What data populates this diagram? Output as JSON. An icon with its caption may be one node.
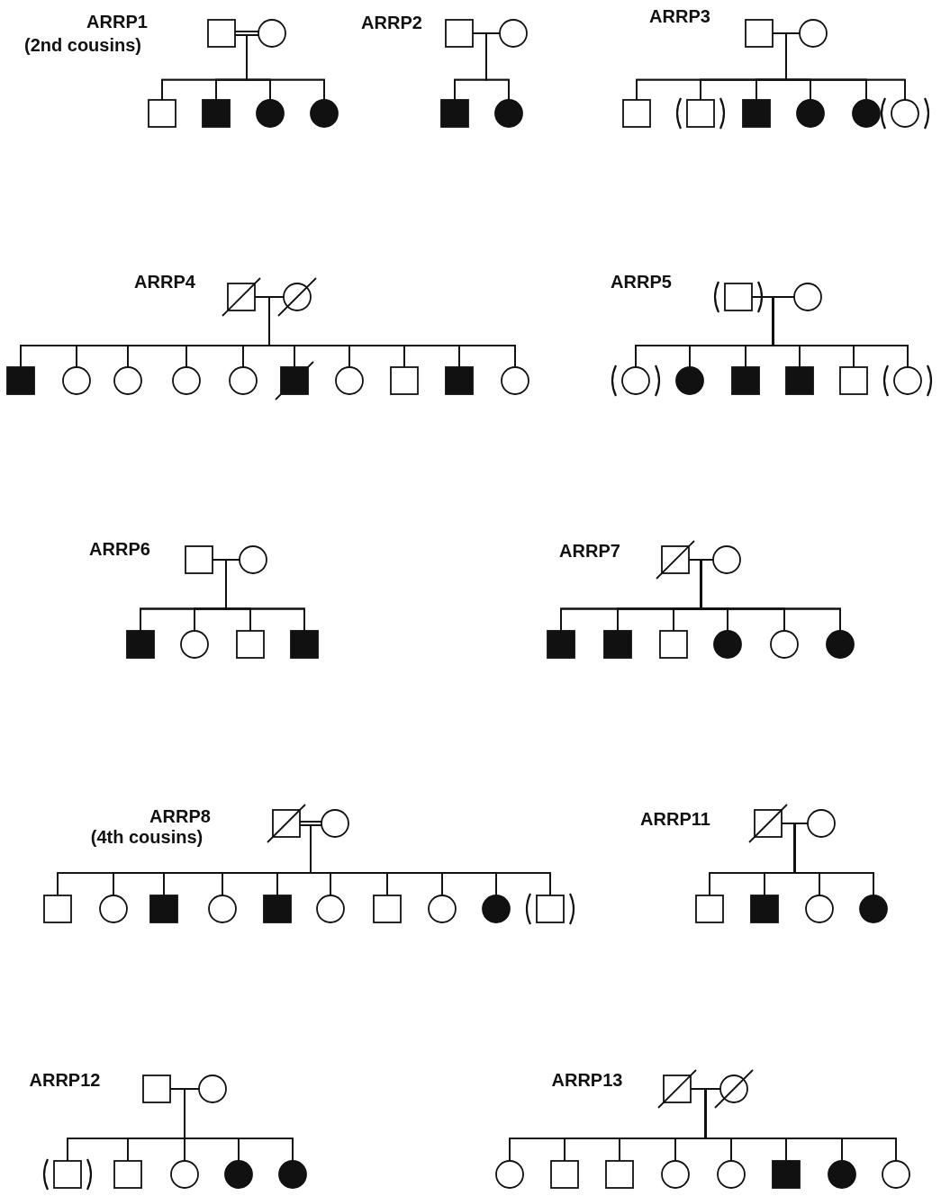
{
  "diagram": {
    "nodes": [
      {
        "text": [],
        "shape": "box"
      },
      {
        "text": [],
        "shape": "circle"
      },
      {
        "text": [],
        "shape": "box"
      },
      {
        "text": [],
        "shape": "filled-box"
      },
      {
        "text": [],
        "shape": "filled-circle"
      },
      {
        "text": [],
        "shape": "filled-circle"
      },
      {
        "text": [],
        "shape": "box"
      },
      {
        "text": [],
        "shape": "circle"
      },
      {
        "text": [],
        "shape": "filled-box"
      },
      {
        "text": [],
        "shape": "filled-circle"
      },
      {
        "text": [],
        "shape": "box"
      },
      {
        "text": [],
        "shape": "circle"
      },
      {
        "text": [],
        "shape": "box"
      },
      {
        "text": [],
        "shape": "bracketed-box"
      },
      {
        "text": [],
        "shape": "filled-box"
      },
      {
        "text": [],
        "shape": "filled-circle"
      },
      {
        "text": [],
        "shape": "filled-circle"
      },
      {
        "text": [],
        "shape": "bracketed-circle"
      },
      {
        "text": [],
        "shape": "crossed-box"
      },
      {
        "text": [],
        "shape": "crossed-circle"
      },
      {
        "text": [],
        "shape": "filled-box"
      },
      {
        "text": [],
        "shape": "circle"
      },
      {
        "text": [],
        "shape": "circle"
      },
      {
        "text": [],
        "shape": "circle"
      },
      {
        "text": [],
        "shape": "circle"
      },
      {
        "text": [],
        "shape": "filled-crossed-box"
      },
      {
        "text": [],
        "shape": "circle"
      },
      {
        "text": [],
        "shape": "box"
      },
      {
        "text": [],
        "shape": "filled-box"
      },
      {
        "text": [],
        "shape": "circle"
      },
      {
        "text": [],
        "shape": "bracketed-box"
      },
      {
        "text": [],
        "shape": "circle"
      },
      {
        "text": [],
        "shape": "bracketed-circle"
      },
      {
        "text": [],
        "shape": "filled-circle"
      },
      {
        "text": [],
        "shape": "filled-box"
      },
      {
        "text": [],
        "shape": "filled-box"
      },
      {
        "text": [],
        "shape": "box"
      },
      {
        "text": [],
        "shape": "bracketed-circle"
      },
      {
        "text": [],
        "shape": "box"
      },
      {
        "text": [],
        "shape": "circle"
      },
      {
        "text": [],
        "shape": "filled-box"
      },
      {
        "text": [],
        "shape": "circle"
      },
      {
        "text": [],
        "shape": "box"
      },
      {
        "text": [],
        "shape": "filled-box"
      },
      {
        "text": [],
        "shape": "crossed-box"
      },
      {
        "text": [],
        "shape": "circle"
      },
      {
        "text": [],
        "shape": "filled-box"
      },
      {
        "text": [],
        "shape": "filled-box"
      },
      {
        "text": [],
        "shape": "box"
      },
      {
        "text": [],
        "shape": "filled-circle"
      },
      {
        "text": [],
        "shape": "circle"
      },
      {
        "text": [],
        "shape": "filled-circle"
      },
      {
        "text": [],
        "shape": "crossed-box"
      },
      {
        "text": [],
        "shape": "circle"
      },
      {
        "text": [],
        "shape": "box"
      },
      {
        "text": [],
        "shape": "circle"
      },
      {
        "text": [],
        "shape": "filled-box"
      },
      {
        "text": [],
        "shape": "circle"
      },
      {
        "text": [],
        "shape": "filled-box"
      },
      {
        "text": [],
        "shape": "circle"
      },
      {
        "text": [],
        "shape": "box"
      },
      {
        "text": [],
        "shape": "circle"
      },
      {
        "text": [],
        "shape": "filled-circle"
      },
      {
        "text": [],
        "shape": "bracketed-box"
      },
      {
        "text": [],
        "shape": "crossed-box"
      },
      {
        "text": [],
        "shape": "circle"
      },
      {
        "text": [],
        "shape": "box"
      },
      {
        "text": [],
        "shape": "filled-box"
      },
      {
        "text": [],
        "shape": "circle"
      },
      {
        "text": [],
        "shape": "filled-circle"
      },
      {
        "text": [],
        "shape": "box"
      },
      {
        "text": [],
        "shape": "circle"
      },
      {
        "text": [],
        "shape": "bracketed-box"
      },
      {
        "text": [],
        "shape": "box"
      },
      {
        "text": [],
        "shape": "circle"
      },
      {
        "text": [],
        "shape": "filled-circle"
      },
      {
        "text": [],
        "shape": "filled-circle"
      },
      {
        "text": [],
        "shape": "crossed-box"
      },
      {
        "text": [],
        "shape": "crossed-circle"
      },
      {
        "text": [],
        "shape": "circle"
      },
      {
        "text": [],
        "shape": "box"
      },
      {
        "text": [],
        "shape": "box"
      },
      {
        "text": [],
        "shape": "circle"
      },
      {
        "text": [],
        "shape": "circle"
      },
      {
        "text": [],
        "shape": "filled-box"
      },
      {
        "text": [],
        "shape": "filled-circle"
      },
      {
        "text": [],
        "shape": "circle"
      }
    ],
    "edges": [
      {
        "from": 0,
        "to": 1,
        "arrow": "none",
        "style": "thick"
      },
      {
        "from": 0,
        "to": 2,
        "arrow": "none"
      },
      {
        "from": 0,
        "to": 3,
        "arrow": "none"
      },
      {
        "from": 0,
        "to": 4,
        "arrow": "none"
      },
      {
        "from": 0,
        "to": 5,
        "arrow": "none"
      },
      {
        "from": 1,
        "to": 2,
        "arrow": "none"
      },
      {
        "from": 1,
        "to": 3,
        "arrow": "none"
      },
      {
        "from": 1,
        "to": 4,
        "arrow": "none"
      },
      {
        "from": 1,
        "to": 5,
        "arrow": "none"
      },
      {
        "from": 6,
        "to": 7,
        "arrow": "none"
      },
      {
        "from": 6,
        "to": 8,
        "arrow": "none"
      },
      {
        "from": 6,
        "to": 9,
        "arrow": "none"
      },
      {
        "from": 7,
        "to": 8,
        "arrow": "none"
      },
      {
        "from": 7,
        "to": 9,
        "arrow": "none"
      },
      {
        "from": 10,
        "to": 11,
        "arrow": "none"
      },
      {
        "from": 10,
        "to": 12,
        "arrow": "none"
      },
      {
        "from": 10,
        "to": 13,
        "arrow": "none"
      },
      {
        "from": 10,
        "to": 14,
        "arrow": "none"
      },
      {
        "from": 10,
        "to": 15,
        "arrow": "none"
      },
      {
        "from": 10,
        "to": 16,
        "arrow": "none"
      },
      {
        "from": 10,
        "to": 17,
        "arrow": "none"
      },
      {
        "from": 11,
        "to": 12,
        "arrow": "none"
      },
      {
        "from": 11,
        "to": 13,
        "arrow": "none"
      },
      {
        "from": 11,
        "to": 14,
        "arrow": "none"
      },
      {
        "from": 11,
        "to": 15,
        "arrow": "none"
      },
      {
        "from": 11,
        "to": 16,
        "arrow": "none"
      },
      {
        "from": 11,
        "to": 17,
        "arrow": "none"
      },
      {
        "from": 18,
        "to": 19,
        "arrow": "none"
      },
      {
        "from": 18,
        "to": 20,
        "arrow": "none"
      },
      {
        "from": 18,
        "to": 21,
        "arrow": "none"
      },
      {
        "from": 18,
        "to": 22,
        "arrow": "none"
      },
      {
        "from": 18,
        "to": 23,
        "arrow": "none"
      },
      {
        "from": 18,
        "to": 24,
        "arrow": "none"
      },
      {
        "from": 18,
        "to": 25,
        "arrow": "none"
      },
      {
        "from": 18,
        "to": 26,
        "arrow": "none"
      },
      {
        "from": 18,
        "to": 27,
        "arrow": "none"
      },
      {
        "from": 18,
        "to": 28,
        "arrow": "none"
      },
      {
        "from": 18,
        "to": 29,
        "arrow": "none"
      },
      {
        "from": 19,
        "to": 20,
        "arrow": "none"
      },
      {
        "from": 19,
        "to": 21,
        "arrow": "none"
      },
      {
        "from": 19,
        "to": 22,
        "arrow": "none"
      },
      {
        "from": 19,
        "to": 23,
        "arrow": "none"
      },
      {
        "from": 19,
        "to": 24,
        "arrow": "none"
      },
      {
        "from": 19,
        "to": 25,
        "arrow": "none"
      },
      {
        "from": 19,
        "to": 26,
        "arrow": "none"
      },
      {
        "from": 19,
        "to": 27,
        "arrow": "none"
      },
      {
        "from": 19,
        "to": 28,
        "arrow": "none"
      },
      {
        "from": 19,
        "to": 29,
        "arrow": "none"
      },
      {
        "from": 30,
        "to": 31,
        "arrow": "none"
      },
      {
        "from": 30,
        "to": 32,
        "arrow": "none"
      },
      {
        "from": 30,
        "to": 33,
        "arrow": "none"
      },
      {
        "from": 30,
        "to": 34,
        "arrow": "none"
      },
      {
        "from": 30,
        "to": 35,
        "arrow": "none"
      },
      {
        "from": 30,
        "to": 36,
        "arrow": "none"
      },
      {
        "from": 30,
        "to": 37,
        "arrow": "none"
      },
      {
        "from": 31,
        "to": 32,
        "arrow": "none"
      },
      {
        "from": 31,
        "to": 33,
        "arrow": "none"
      },
      {
        "from": 31,
        "to": 34,
        "arrow": "none"
      },
      {
        "from": 31,
        "to": 35,
        "arrow": "none"
      },
      {
        "from": 31,
        "to": 36,
        "arrow": "none"
      },
      {
        "from": 31,
        "to": 37,
        "arrow": "none"
      },
      {
        "from": 38,
        "to": 39,
        "arrow": "none"
      },
      {
        "from": 38,
        "to": 40,
        "arrow": "none"
      },
      {
        "from": 38,
        "to": 41,
        "arrow": "none"
      },
      {
        "from": 38,
        "to": 42,
        "arrow": "none"
      },
      {
        "from": 38,
        "to": 43,
        "arrow": "none"
      },
      {
        "from": 39,
        "to": 40,
        "arrow": "none"
      },
      {
        "from": 39,
        "to": 41,
        "arrow": "none"
      },
      {
        "from": 39,
        "to": 42,
        "arrow": "none"
      },
      {
        "from": 39,
        "to": 43,
        "arrow": "none"
      },
      {
        "from": 44,
        "to": 45,
        "arrow": "none"
      },
      {
        "from": 44,
        "to": 46,
        "arrow": "none"
      },
      {
        "from": 44,
        "to": 47,
        "arrow": "none"
      },
      {
        "from": 44,
        "to": 48,
        "arrow": "none"
      },
      {
        "from": 44,
        "to": 49,
        "arrow": "none"
      },
      {
        "from": 44,
        "to": 50,
        "arrow": "none"
      },
      {
        "from": 44,
        "to": 51,
        "arrow": "none"
      },
      {
        "from": 45,
        "to": 46,
        "arrow": "none"
      },
      {
        "from": 45,
        "to": 47,
        "arrow": "none"
      },
      {
        "from": 45,
        "to": 48,
        "arrow": "none"
      },
      {
        "from": 45,
        "to": 49,
        "arrow": "none"
      },
      {
        "from": 45,
        "to": 50,
        "arrow": "none"
      },
      {
        "from": 45,
        "to": 51,
        "arrow": "none"
      },
      {
        "from": 52,
        "to": 53,
        "arrow": "none",
        "style": "thick"
      },
      {
        "from": 52,
        "to": 54,
        "arrow": "none"
      },
      {
        "from": 52,
        "to": 55,
        "arrow": "none"
      },
      {
        "from": 52,
        "to": 56,
        "arrow": "none"
      },
      {
        "from": 52,
        "to": 57,
        "arrow": "none"
      },
      {
        "from": 52,
        "to": 58,
        "arrow": "none"
      },
      {
        "from": 52,
        "to": 59,
        "arrow": "none"
      },
      {
        "from": 52,
        "to": 60,
        "arrow": "none"
      },
      {
        "from": 52,
        "to": 61,
        "arrow": "none"
      },
      {
        "from": 52,
        "to": 62,
        "arrow": "none"
      },
      {
        "from": 52,
        "to": 63,
        "arrow": "none"
      },
      {
        "from": 53,
        "to": 54,
        "arrow": "none"
      },
      {
        "from": 53,
        "to": 55,
        "arrow": "none"
      },
      {
        "from": 53,
        "to": 56,
        "arrow": "none"
      },
      {
        "from": 53,
        "to": 57,
        "arrow": "none"
      },
      {
        "from": 53,
        "to": 58,
        "arrow": "none"
      },
      {
        "from": 53,
        "to": 59,
        "arrow": "none"
      },
      {
        "from": 53,
        "to": 60,
        "arrow": "none"
      },
      {
        "from": 53,
        "to": 61,
        "arrow": "none"
      },
      {
        "from": 53,
        "to": 62,
        "arrow": "none"
      },
      {
        "from": 53,
        "to": 63,
        "arrow": "none"
      },
      {
        "from": 64,
        "to": 65,
        "arrow": "none"
      },
      {
        "from": 64,
        "to": 66,
        "arrow": "none"
      },
      {
        "from": 64,
        "to": 67,
        "arrow": "none"
      },
      {
        "from": 64,
        "to": 68,
        "arrow": "none"
      },
      {
        "from": 64,
        "to": 69,
        "arrow": "none"
      },
      {
        "from": 65,
        "to": 66,
        "arrow": "none"
      },
      {
        "from": 65,
        "to": 67,
        "arrow": "none"
      },
      {
        "from": 65,
        "to": 68,
        "arrow": "none"
      },
      {
        "from": 65,
        "to": 69,
        "arrow": "none"
      },
      {
        "from": 70,
        "to": 71,
        "arrow": "none"
      },
      {
        "from": 70,
        "to": 72,
        "arrow": "none"
      },
      {
        "from": 70,
        "to": 73,
        "arrow": "none"
      },
      {
        "from": 70,
        "to": 74,
        "arrow": "none"
      },
      {
        "from": 70,
        "to": 75,
        "arrow": "none"
      },
      {
        "from": 70,
        "to": 76,
        "arrow": "none"
      },
      {
        "from": 71,
        "to": 72,
        "arrow": "none"
      },
      {
        "from": 71,
        "to": 73,
        "arrow": "none"
      },
      {
        "from": 71,
        "to": 74,
        "arrow": "none"
      },
      {
        "from": 71,
        "to": 75,
        "arrow": "none"
      },
      {
        "from": 71,
        "to": 76,
        "arrow": "none"
      },
      {
        "from": 77,
        "to": 78,
        "arrow": "none"
      },
      {
        "from": 77,
        "to": 79,
        "arrow": "none"
      },
      {
        "from": 77,
        "to": 80,
        "arrow": "none"
      },
      {
        "from": 77,
        "to": 81,
        "arrow": "none"
      },
      {
        "from": 77,
        "to": 82,
        "arrow": "none"
      },
      {
        "from": 77,
        "to": 83,
        "arrow": "none"
      },
      {
        "from": 77,
        "to": 84,
        "arrow": "none"
      },
      {
        "from": 77,
        "to": 85,
        "arrow": "none"
      },
      {
        "from": 77,
        "to": 86,
        "arrow": "none"
      },
      {
        "from": 78,
        "to": 79,
        "arrow": "none"
      },
      {
        "from": 78,
        "to": 80,
        "arrow": "none"
      },
      {
        "from": 78,
        "to": 81,
        "arrow": "none"
      },
      {
        "from": 78,
        "to": 82,
        "arrow": "none"
      },
      {
        "from": 78,
        "to": 83,
        "arrow": "none"
      },
      {
        "from": 78,
        "to": 84,
        "arrow": "none"
      },
      {
        "from": 78,
        "to": 85,
        "arrow": "none"
      },
      {
        "from": 78,
        "to": 86,
        "arrow": "none"
      }
    ],
    "labels": [
      "ARRP1",
      "(2nd cousins)",
      "ARRP2",
      "ARRP3",
      "ARRP4",
      "ARRP5",
      "ARRP6",
      "ARRP7",
      "ARRP8",
      "(4th cousins)",
      "ARRP11",
      "ARRP12",
      "ARRP13"
    ]
  }
}
